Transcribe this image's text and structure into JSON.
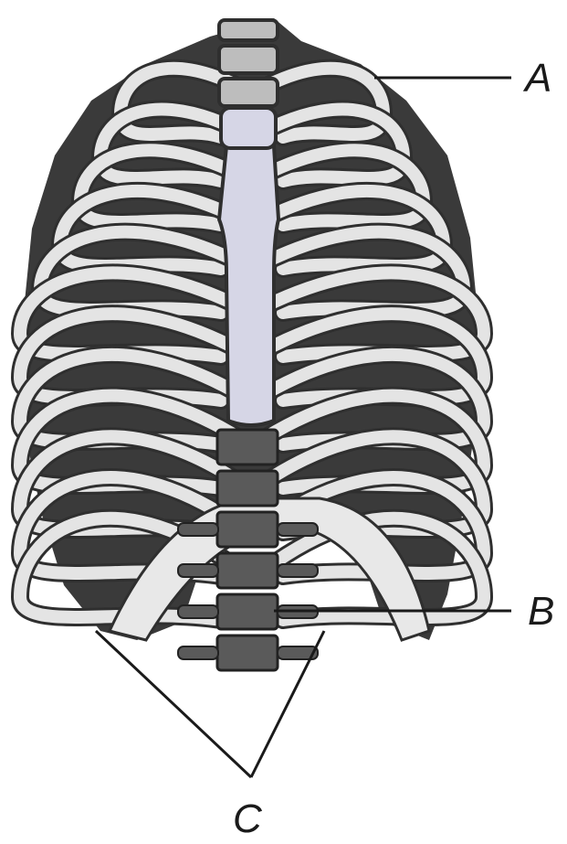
{
  "labels": {
    "a": "A",
    "b": "B",
    "c": "C"
  },
  "colors": {
    "bone": "#e4e4e4",
    "bone_outline": "#2f2f2f",
    "shadow": "#3a3a3a",
    "sternum": "#d6d6e6",
    "cartilage": "#c8c8c8",
    "vertebra": "#5a5a5a"
  }
}
